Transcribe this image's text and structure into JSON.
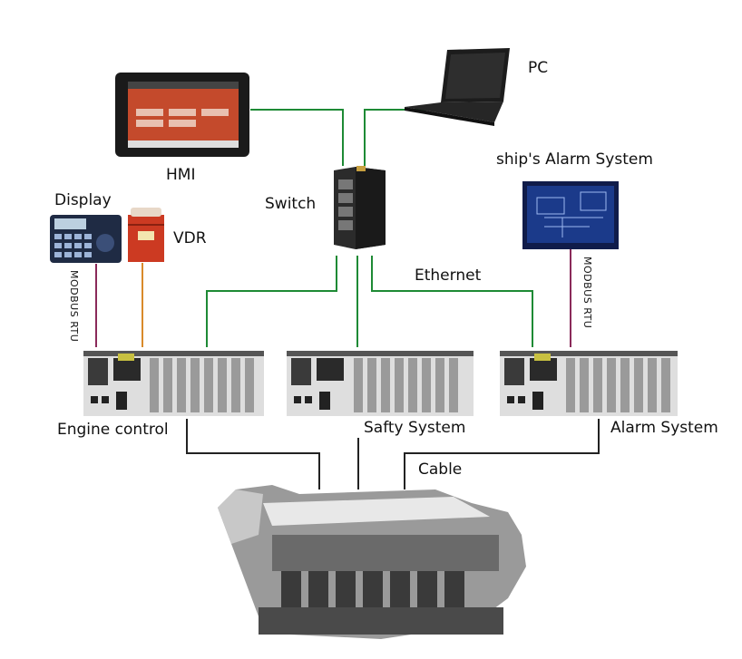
{
  "labels": {
    "pc": "PC",
    "hmi": "HMI",
    "switch": "Switch",
    "ships_alarm": "ship's Alarm System",
    "display": "Display",
    "vdr": "VDR",
    "ethernet": "Ethernet",
    "modbus_left": "MODBUS RTU",
    "modbus_right": "MODBUS RTU",
    "engine_control": "Engine control",
    "safety_system": "Safty System",
    "alarm_system": "Alarm System",
    "cable": "Cable"
  },
  "colors": {
    "ethernet": "#1e8a35",
    "modbus": "#8a2a5a",
    "vdr_link": "#d98a2a",
    "cable": "#222222"
  }
}
